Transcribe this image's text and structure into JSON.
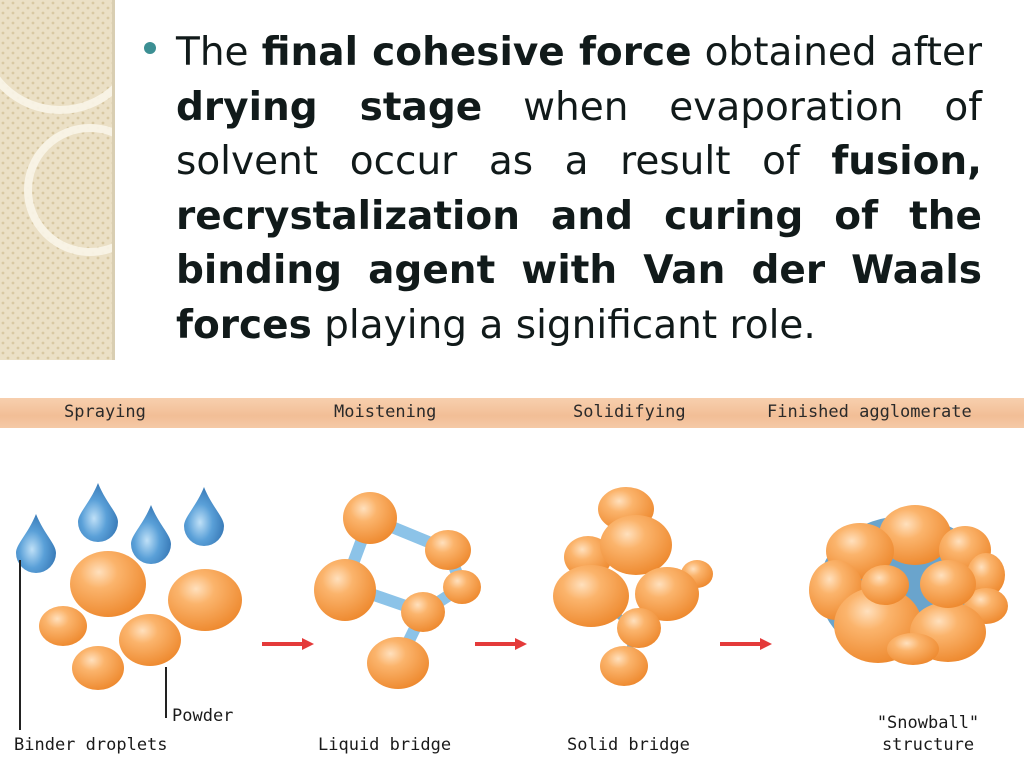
{
  "paragraph": {
    "t1": "The ",
    "b1": "final cohesive force",
    "t2": " obtained after ",
    "b2": "drying stage",
    "t3": " when evaporation of solvent occur as a result of ",
    "b3": "fusion, recrystalization and curing of the binding agent with Van der Waals forces",
    "t4": " playing a significant role."
  },
  "stages": [
    "Spraying",
    "Moistening",
    "Solidifying",
    "Finished agglomerate"
  ],
  "captions": {
    "powder": "Powder",
    "binder": "Binder droplets",
    "liquid": "Liquid bridge",
    "solid": "Solid bridge",
    "snowball_1": "\"Snowball\"",
    "snowball_2": "structure"
  },
  "colors": {
    "particle": "#f7a04f",
    "droplet": "#4d8fc9",
    "bridge": "#8cc3e8",
    "arrow": "#e43a3a",
    "bullet": "#3c8f93"
  }
}
